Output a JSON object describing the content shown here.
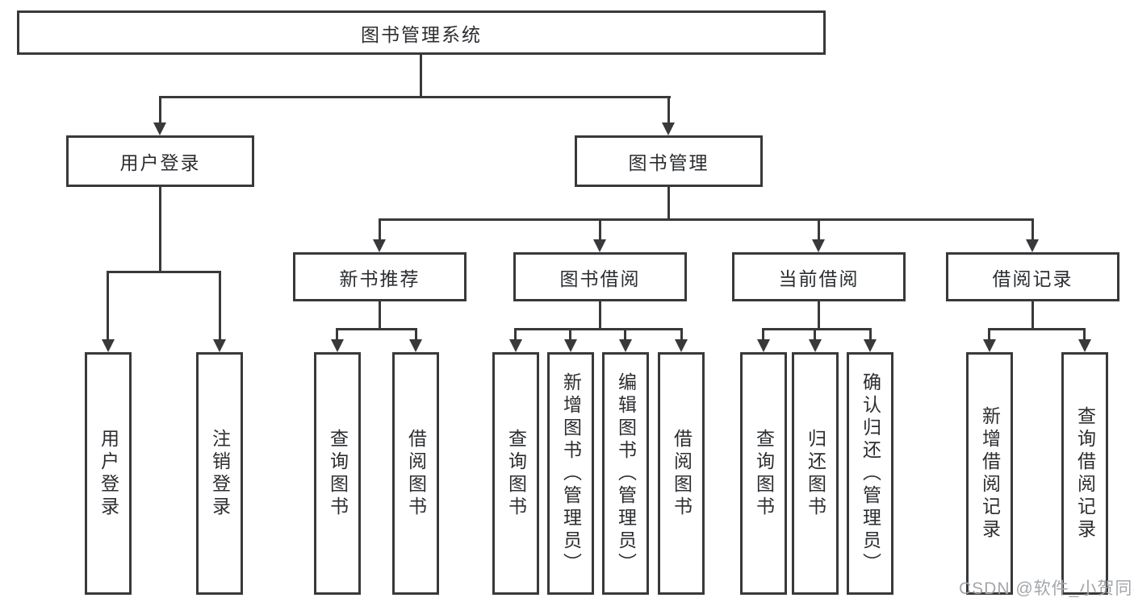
{
  "diagram": {
    "root": {
      "label": "图书管理系统"
    },
    "level2": [
      {
        "id": "user-login",
        "label": "用户登录"
      },
      {
        "id": "book-management",
        "label": "图书管理"
      }
    ],
    "level3": [
      {
        "id": "new-book-recommend",
        "label": "新书推荐",
        "parent": "图书管理"
      },
      {
        "id": "book-borrow",
        "label": "图书借阅",
        "parent": "图书管理"
      },
      {
        "id": "current-borrow",
        "label": "当前借阅",
        "parent": "图书管理"
      },
      {
        "id": "borrow-records",
        "label": "借阅记录",
        "parent": "图书管理"
      }
    ],
    "leaves": [
      {
        "label": "用户登录",
        "parent": "用户登录"
      },
      {
        "label": "注销登录",
        "parent": "用户登录"
      },
      {
        "label": "查询图书",
        "parent": "新书推荐"
      },
      {
        "label": "借阅图书",
        "parent": "新书推荐"
      },
      {
        "label": "查询图书",
        "parent": "图书借阅"
      },
      {
        "label": "新增图书（管理员）",
        "parent": "图书借阅"
      },
      {
        "label": "编辑图书（管理员）",
        "parent": "图书借阅"
      },
      {
        "label": "借阅图书",
        "parent": "图书借阅"
      },
      {
        "label": "查询图书",
        "parent": "当前借阅"
      },
      {
        "label": "归还图书",
        "parent": "当前借阅"
      },
      {
        "label": "确认归还（管理员）",
        "parent": "当前借阅"
      },
      {
        "label": "新增借阅记录",
        "parent": "借阅记录"
      },
      {
        "label": "查询借阅记录",
        "parent": "借阅记录"
      }
    ]
  },
  "watermark": {
    "text": "CSDN @软件_小贺同学"
  },
  "colors": {
    "stroke": "#38393b",
    "text": "#2b2d30",
    "watermark": "#a3a6aa",
    "background": "#ffffff"
  }
}
